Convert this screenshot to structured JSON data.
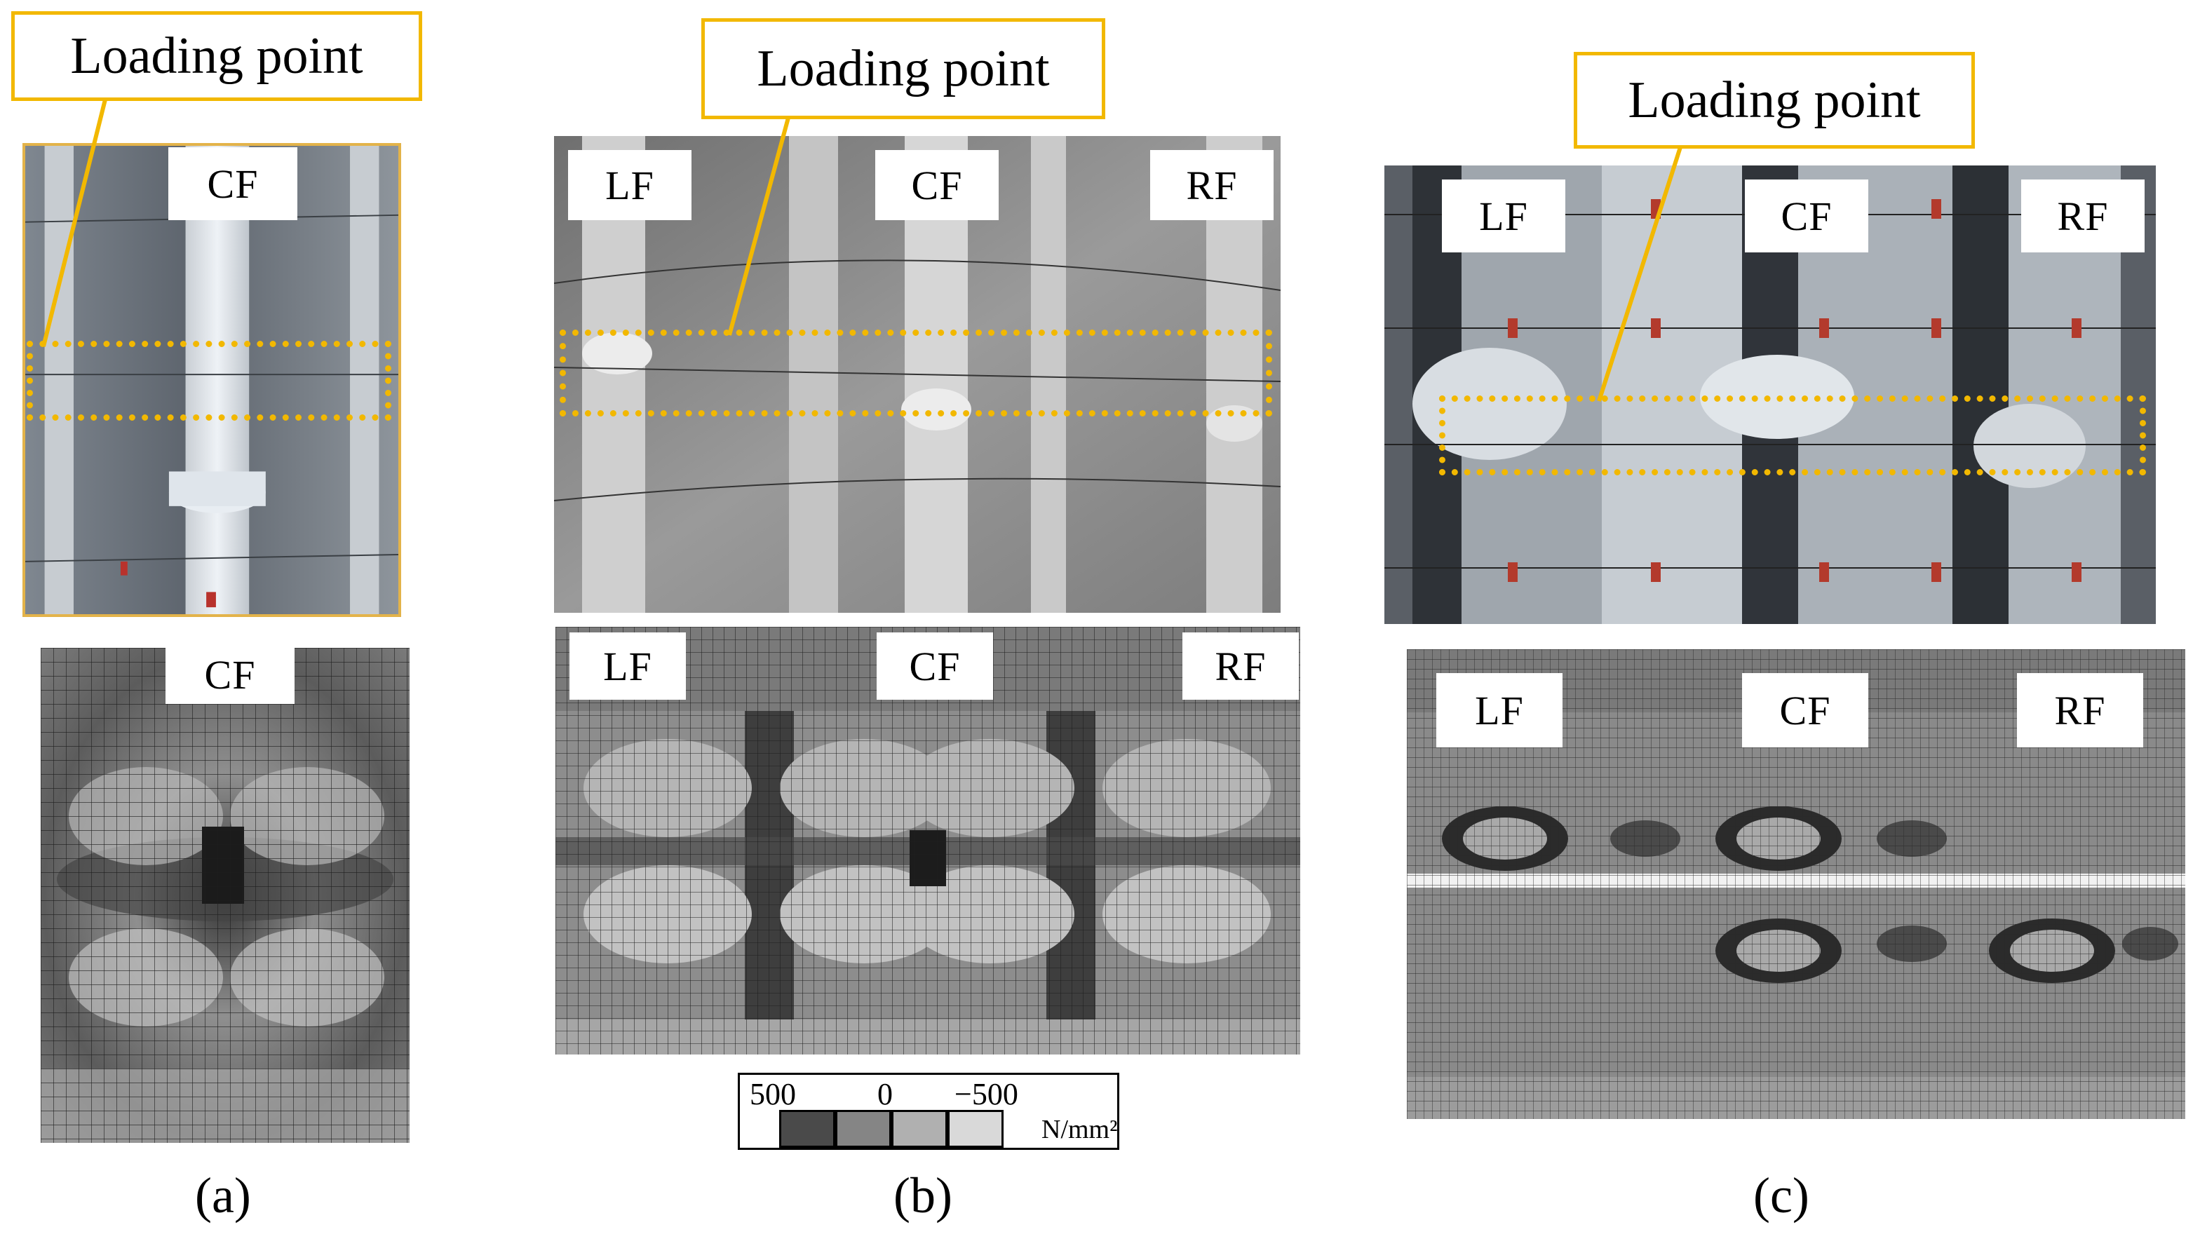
{
  "panels": {
    "a": {
      "callout": "Loading point",
      "photo_labels": [
        "CF"
      ],
      "mesh_labels": [
        "CF"
      ],
      "caption": "(a)"
    },
    "b": {
      "callout": "Loading point",
      "photo_labels": [
        "LF",
        "CF",
        "RF"
      ],
      "mesh_labels": [
        "LF",
        "CF",
        "RF"
      ],
      "caption": "(b)"
    },
    "c": {
      "callout": "Loading point",
      "photo_labels": [
        "LF",
        "CF",
        "RF"
      ],
      "mesh_labels": [
        "LF",
        "CF",
        "RF"
      ],
      "caption": "(c)"
    }
  },
  "legend": {
    "ticks": [
      "500",
      "0",
      "−500"
    ],
    "unit": "N/mm²",
    "swatch_colors": [
      "#4a4a4a",
      "#858585",
      "#b0b0b0",
      "#d9d9d9"
    ]
  },
  "colors": {
    "highlight": "#f2b800"
  }
}
